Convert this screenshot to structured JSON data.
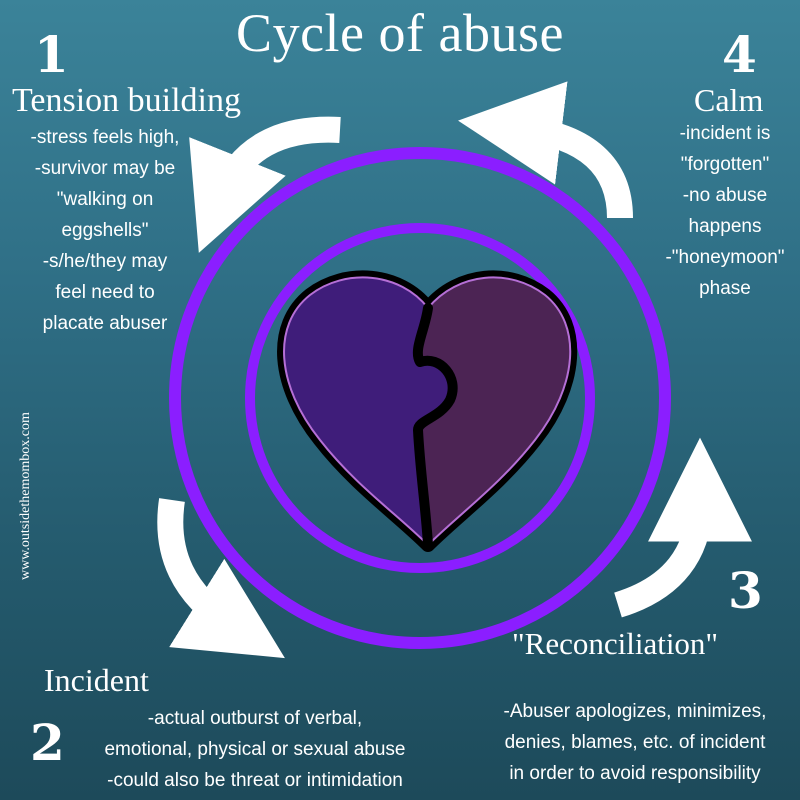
{
  "title": "Cycle of abuse",
  "watermark": "www.outsidethemombox.com",
  "colors": {
    "background_top": "#3b8399",
    "background_bottom": "#1d4a5a",
    "ring": "#8b1eff",
    "heart_left": "#3f1d7a",
    "heart_right": "#4c2454",
    "heart_outline": "#000000",
    "arrow": "#ffffff"
  },
  "stages": [
    {
      "number": "1",
      "title": "Tension building",
      "lines": [
        "-stress feels high,",
        "-survivor may be",
        "\"walking on",
        "eggshells\"",
        "-s/he/they may",
        "feel need to",
        "placate abuser"
      ]
    },
    {
      "number": "2",
      "title": "Incident",
      "lines": [
        "-actual outburst of verbal,",
        "emotional, physical or sexual abuse",
        "-could also be threat or intimidation"
      ]
    },
    {
      "number": "3",
      "title": "\"Reconciliation\"",
      "lines": [
        "-Abuser apologizes, minimizes,",
        "denies, blames, etc. of incident",
        "in order to avoid responsibility"
      ]
    },
    {
      "number": "4",
      "title": "Calm",
      "lines": [
        "-incident is",
        "\"forgotten\"",
        "-no abuse",
        "happens",
        "-\"honeymoon\"",
        "phase"
      ]
    }
  ],
  "icons": [
    "curved-arrow-icon",
    "heart-puzzle-icon"
  ]
}
